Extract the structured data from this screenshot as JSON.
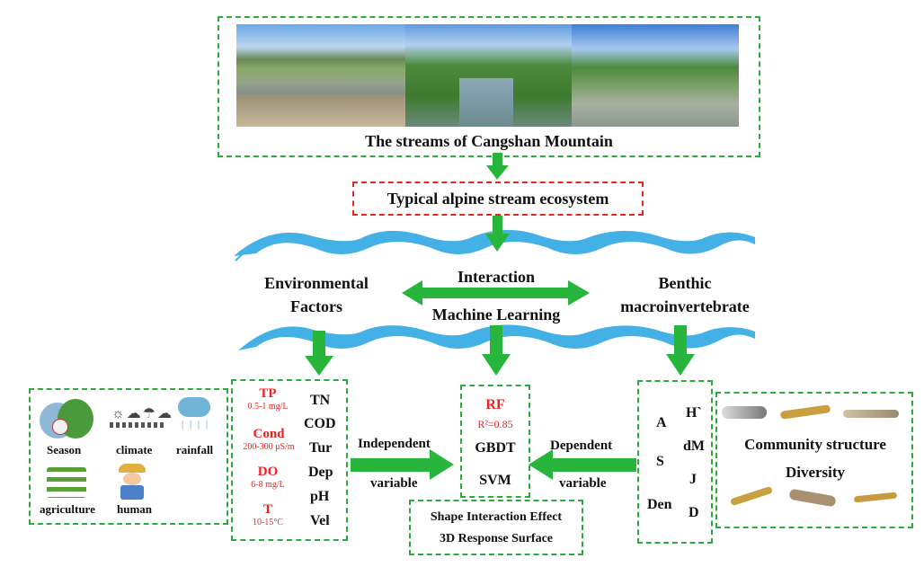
{
  "photo_title": "The streams of Cangshan Mountain",
  "ecosystem_label": "Typical alpine stream ecosystem",
  "left_heading": [
    "Environmental",
    "Factors"
  ],
  "right_heading": [
    "Benthic",
    "macroinvertebrate"
  ],
  "center_top": "Interaction",
  "center_bottom": "Machine Learning",
  "factors_icons": {
    "season": "Season",
    "climate": "climate",
    "rainfall": "rainfall",
    "agriculture": "agriculture",
    "human": "human"
  },
  "env_params_red": [
    {
      "name": "TP",
      "range": "0.5-1 mg/L"
    },
    {
      "name": "Cond",
      "range": "200-300 μS/m"
    },
    {
      "name": "DO",
      "range": "6-8 mg/L"
    },
    {
      "name": "T",
      "range": "10-15°C"
    }
  ],
  "env_params_black": [
    "TN",
    "COD",
    "Tur",
    "Dep",
    "pH",
    "Vel"
  ],
  "independent": [
    "Independent",
    "variable"
  ],
  "dependent": [
    "Dependent",
    "variable"
  ],
  "models": {
    "rf": "RF",
    "r2": "R²=0.85",
    "gbdt": "GBDT",
    "svm": "SVM"
  },
  "shape_box": [
    "Shape Interaction Effect",
    "3D Response Surface"
  ],
  "indices_left": [
    "A",
    "S",
    "Den"
  ],
  "indices_right": [
    "H`",
    "dM",
    "J",
    "D"
  ],
  "community_labels": [
    "Community structure",
    "Diversity"
  ],
  "colors": {
    "green_arrow": "#27b53c",
    "dash_green": "#2daa3c",
    "dash_red": "#e52620",
    "wave": "#43b0e6",
    "red_text": "#ee2222"
  }
}
